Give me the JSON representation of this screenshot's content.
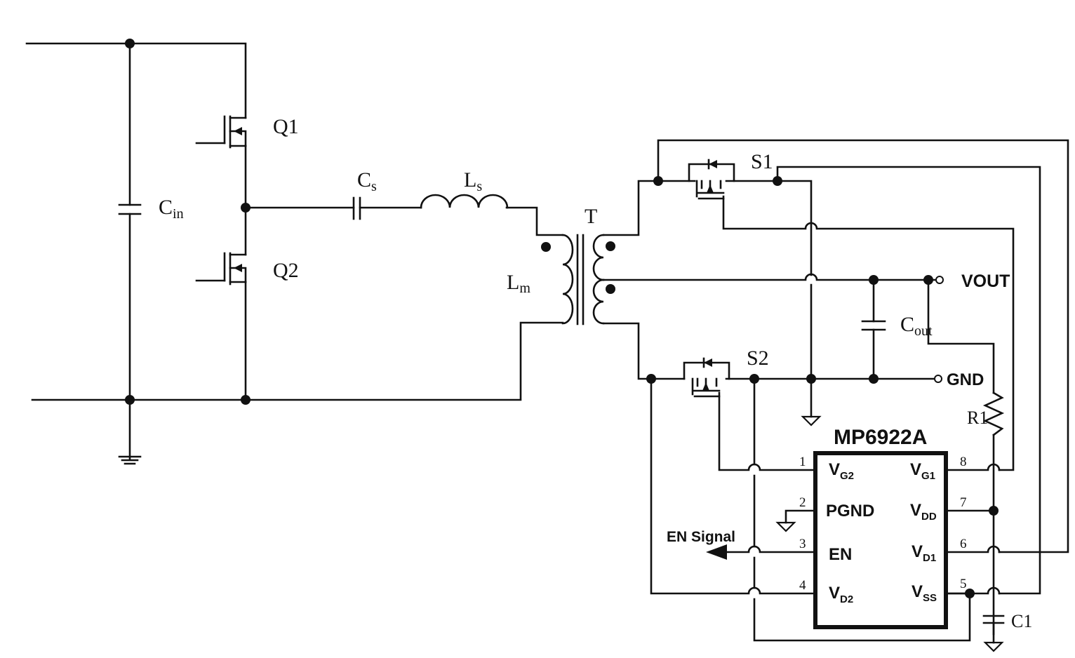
{
  "components": {
    "q1": "Q1",
    "q2": "Q2",
    "cin": {
      "main": "C",
      "sub": "in"
    },
    "cs": {
      "main": "C",
      "sub": "s"
    },
    "ls": {
      "main": "L",
      "sub": "s"
    },
    "lm": {
      "main": "L",
      "sub": "m"
    },
    "t": "T",
    "s1": "S1",
    "s2": "S2",
    "cout": {
      "main": "C",
      "sub": "out"
    },
    "r1": "R1",
    "c1": "C1"
  },
  "terminals": {
    "vout": "VOUT",
    "gnd": "GND",
    "en_signal": "EN Signal"
  },
  "ic": {
    "name": "MP6922A",
    "left_pins": [
      {
        "num": "1",
        "main": "V",
        "sub": "G2"
      },
      {
        "num": "2",
        "main": "PGND",
        "sub": ""
      },
      {
        "num": "3",
        "main": "EN",
        "sub": ""
      },
      {
        "num": "4",
        "main": "V",
        "sub": "D2"
      }
    ],
    "right_pins": [
      {
        "num": "8",
        "main": "V",
        "sub": "G1"
      },
      {
        "num": "7",
        "main": "V",
        "sub": "DD"
      },
      {
        "num": "6",
        "main": "V",
        "sub": "D1"
      },
      {
        "num": "5",
        "main": "V",
        "sub": "SS"
      }
    ]
  }
}
